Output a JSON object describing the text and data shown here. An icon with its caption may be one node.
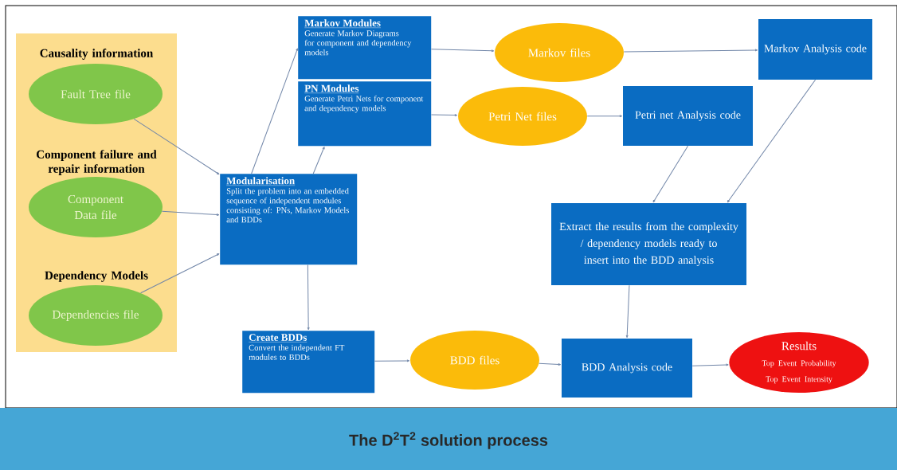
{
  "diagram": {
    "title": "The D$^{2}$T$^{2}$ solution process",
    "nodes": [
      {
        "text": [
          "Causality information",
          "Component failure and repair information",
          "Dependency Models"
        ]
      },
      {
        "text": [
          "Fault Tree file"
        ],
        "in": 0
      },
      {
        "text": [
          "Component Data file"
        ],
        "in": 0
      },
      {
        "text": [
          "Dependencies file"
        ],
        "in": 0
      },
      {
        "text": [
          "Modularisation",
          "Split the problem into an embedded sequence of independent modules consisting of: PNs, Markov Models and BDDs"
        ]
      },
      {
        "text": [
          "Markov Modules",
          "Generate Markov Diagrams for component and dependency models"
        ]
      },
      {
        "text": [
          "PN Modules",
          "Generate Petri Nets for component and dependency models"
        ]
      },
      {
        "text": [
          "Markov files"
        ]
      },
      {
        "text": [
          "Petri Net files"
        ]
      },
      {
        "text": [
          "Markov Analysis code"
        ]
      },
      {
        "text": [
          "Petri net Analysis code"
        ]
      },
      {
        "text": [
          "Extract the results from the complexity / dependency models ready to insert into the BDD analysis"
        ]
      },
      {
        "text": [
          "Create BDDs",
          "Convert the independent FT modules to BDDs"
        ]
      },
      {
        "text": [
          "BDD files"
        ]
      },
      {
        "text": [
          "BDD Analysis code"
        ]
      },
      {
        "text": [
          "Results",
          "Top Event Probability",
          "Top Event Intensity"
        ]
      }
    ],
    "edges": [
      {
        "from": 1,
        "to": 4,
        "arrow": "to"
      },
      {
        "from": 2,
        "to": 4,
        "arrow": "to"
      },
      {
        "from": 3,
        "to": 4,
        "arrow": "to"
      },
      {
        "from": 4,
        "to": 5,
        "arrow": "to"
      },
      {
        "from": 4,
        "to": 6,
        "arrow": "to"
      },
      {
        "from": 4,
        "to": 12,
        "arrow": "to"
      },
      {
        "from": 5,
        "to": 7,
        "arrow": "to"
      },
      {
        "from": 6,
        "to": 8,
        "arrow": "to"
      },
      {
        "from": 7,
        "to": 9,
        "arrow": "to"
      },
      {
        "from": 8,
        "to": 10,
        "arrow": "to"
      },
      {
        "from": 10,
        "to": 11,
        "arrow": "to"
      },
      {
        "from": 9,
        "to": 11,
        "arrow": "to"
      },
      {
        "from": 11,
        "to": 14,
        "arrow": "to"
      },
      {
        "from": 12,
        "to": 13,
        "arrow": "to"
      },
      {
        "from": 13,
        "to": 14,
        "arrow": "to"
      },
      {
        "from": 14,
        "to": 15,
        "arrow": "to"
      }
    ]
  }
}
